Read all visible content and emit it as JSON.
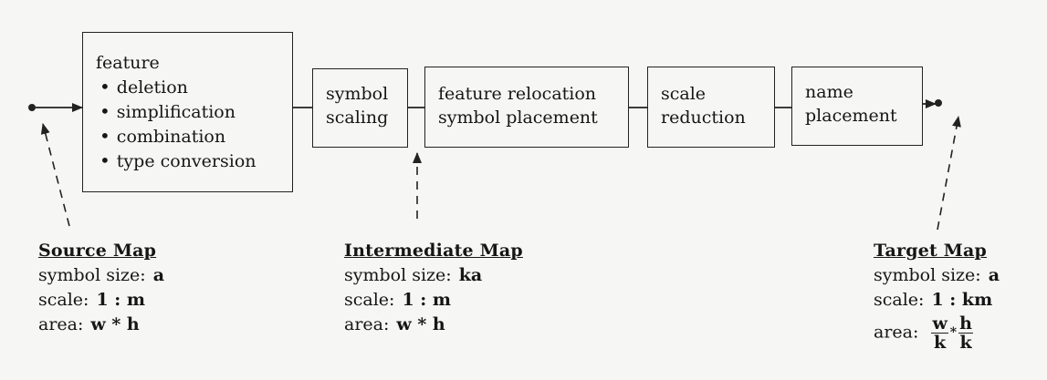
{
  "pipeline": {
    "steps": [
      {
        "title": "feature",
        "items": [
          "deletion",
          "simplification",
          "combination",
          "type conversion"
        ]
      },
      {
        "lines": [
          "symbol",
          "scaling"
        ]
      },
      {
        "lines": [
          "feature relocation",
          "symbol placement"
        ]
      },
      {
        "lines": [
          "scale",
          "reduction"
        ]
      },
      {
        "lines": [
          "name",
          "placement"
        ]
      }
    ]
  },
  "maps": {
    "source": {
      "title": "Source Map",
      "symbol_size_label": "symbol size:",
      "symbol_size": "a",
      "scale_label": "scale:",
      "scale": "1 : m",
      "area_label": "area:",
      "area": "w * h"
    },
    "intermediate": {
      "title": "Intermediate Map",
      "symbol_size_label": "symbol size:",
      "symbol_size": "ka",
      "scale_label": "scale:",
      "scale": "1 : m",
      "area_label": "area:",
      "area": "w * h"
    },
    "target": {
      "title": "Target Map",
      "symbol_size_label": "symbol size:",
      "symbol_size": "a",
      "scale_label": "scale:",
      "scale": "1 : km",
      "area_label": "area:",
      "area_w_num": "w",
      "area_w_den": "k",
      "area_op": "*",
      "area_h_num": "h",
      "area_h_den": "k"
    }
  }
}
